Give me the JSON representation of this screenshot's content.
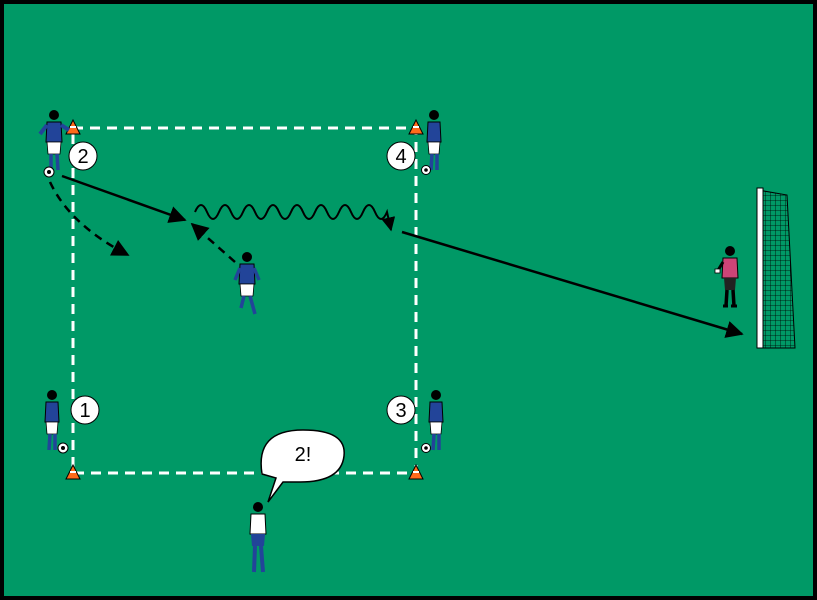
{
  "drill": {
    "pitch_color": "#009966",
    "square_line_color": "#ffffff",
    "station_labels": [
      "1",
      "2",
      "3",
      "4"
    ],
    "coach_callout": "2!",
    "icons": [
      "cone-icon",
      "ball-icon",
      "player-icon",
      "goalkeeper-icon",
      "coach-icon",
      "goal-icon"
    ]
  }
}
